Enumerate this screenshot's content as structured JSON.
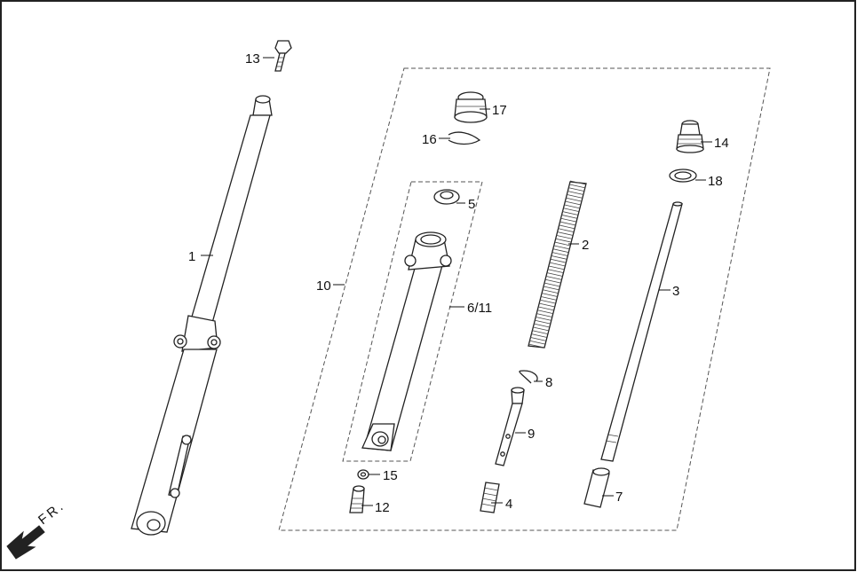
{
  "direction_label": "FR.",
  "callouts": {
    "c1": "1",
    "c2": "2",
    "c3": "3",
    "c4": "4",
    "c5": "5",
    "c6_11": "6/11",
    "c7": "7",
    "c8": "8",
    "c9": "9",
    "c10": "10",
    "c12": "12",
    "c13": "13",
    "c14": "14",
    "c15": "15",
    "c16": "16",
    "c17": "17",
    "c18": "18"
  },
  "colors": {
    "line": "#222222",
    "background": "#ffffff",
    "arrow": "#222222"
  }
}
